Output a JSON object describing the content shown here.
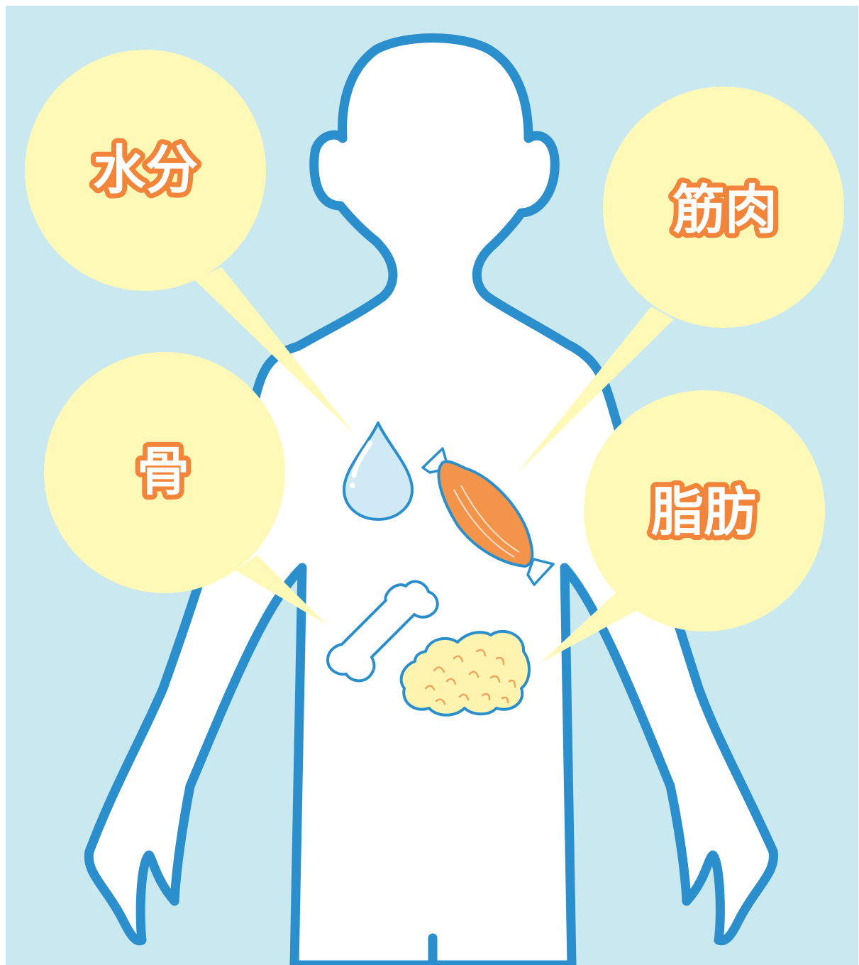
{
  "labels": {
    "water": "水分",
    "muscle": "筋肉",
    "bone": "骨",
    "fat": "脂肪"
  },
  "icons": {
    "water": "water-drop-icon",
    "muscle": "muscle-icon",
    "bone": "bone-icon",
    "fat": "fat-tissue-icon"
  },
  "colors": {
    "background": "#c9e8f0",
    "body_fill": "#ffffff",
    "body_outline": "#2a8fcc",
    "bubble": "#fff9b8",
    "label_text": "#ffffff",
    "label_outline": "#f2853a",
    "muscle": "#f3944a",
    "fat": "#fff3b0",
    "fat_line": "#f2a45a",
    "water": "#cfe9f5"
  }
}
